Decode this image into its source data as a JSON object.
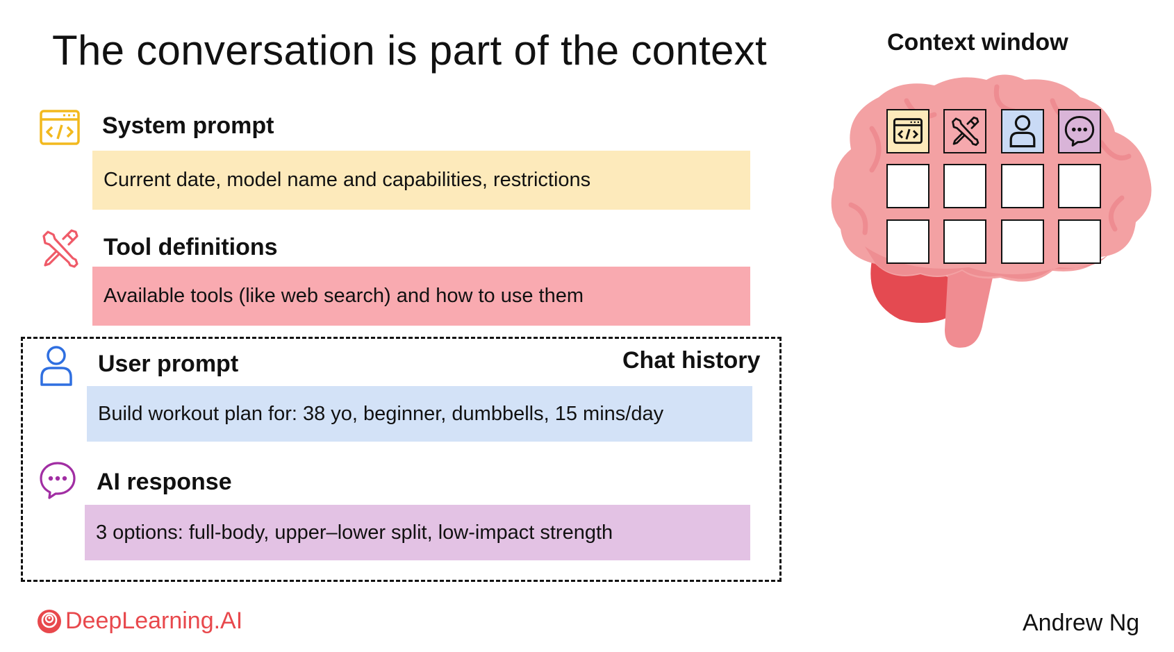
{
  "slide": {
    "title": "The conversation is part of the context",
    "sections": {
      "system": {
        "title": "System prompt",
        "text": "Current date, model name and capabilities, restrictions",
        "icon": "code-window-icon",
        "color": "#fdeabb",
        "icon_color": "#f2b91e"
      },
      "tools": {
        "title": "Tool definitions",
        "text": "Available tools (like web search) and how to use them",
        "icon": "tools-icon",
        "color": "#f9aab0",
        "icon_color": "#ef5a68"
      },
      "user": {
        "title": "User prompt",
        "text": "Build workout plan for: 38 yo, beginner, dumbbells, 15 mins/day",
        "icon": "user-icon",
        "color": "#d3e2f7",
        "icon_color": "#2f6fe0"
      },
      "ai": {
        "title": "AI response",
        "text": "3 options: full-body, upper–lower split, low-impact strength",
        "icon": "chat-bubble-icon",
        "color": "#e3c2e4",
        "icon_color": "#a12ea3"
      }
    },
    "chat_history_label": "Chat history",
    "context_window": {
      "title": "Context window",
      "cells_top_row": [
        {
          "icon": "code-window-icon",
          "fill": "#fdeabb"
        },
        {
          "icon": "tools-icon",
          "fill": "#f5a8ad"
        },
        {
          "icon": "user-icon",
          "fill": "#c9daf5"
        },
        {
          "icon": "chat-bubble-icon",
          "fill": "#d9b4d8"
        }
      ],
      "empty_cell_count": 8
    },
    "brand": "DeepLearning.AI",
    "author": "Andrew Ng"
  }
}
